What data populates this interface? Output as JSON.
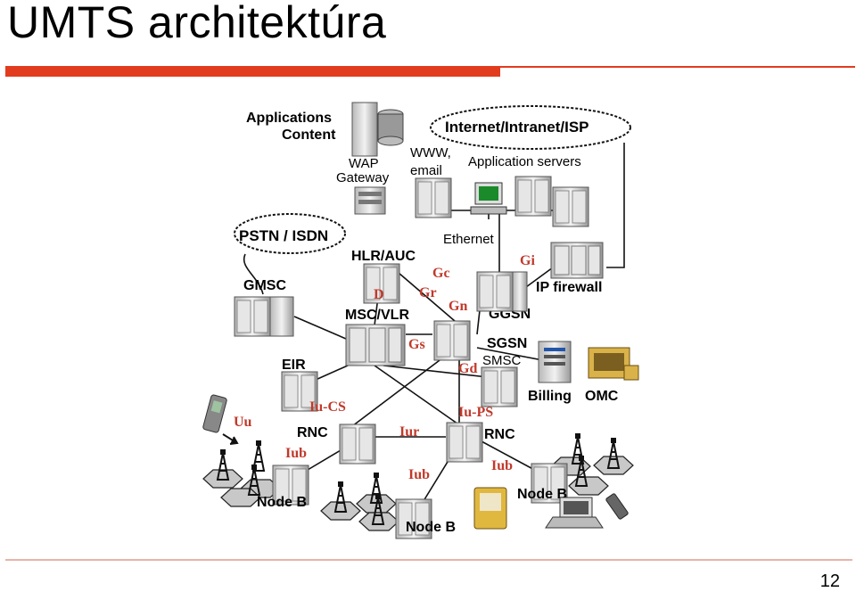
{
  "slide": {
    "title": "UMTS architektúra",
    "page_number": "12"
  },
  "colors": {
    "accent": "#e23c1e",
    "interface_label": "#c0392b"
  },
  "nodes": {
    "applications": "Applications",
    "content": "Content",
    "internet": "Internet/Intranet/ISP",
    "wap": "WAP",
    "gateway": "Gateway",
    "www": "WWW,",
    "email": "email",
    "app_servers": "Application servers",
    "pstn": "PSTN / ISDN",
    "ethernet": "Ethernet",
    "hlr": "HLR/AUC",
    "gmsc": "GMSC",
    "ip_firewall": "IP firewall",
    "msc_vlr": "MSC/VLR",
    "ggsn": "GGSN",
    "sgsn": "SGSN",
    "smsc": "SMSC",
    "eir": "EIR",
    "billing": "Billing",
    "omc": "OMC",
    "rnc_left": "RNC",
    "rnc_right": "RNC",
    "node_b_left": "Node B",
    "node_b_center": "Node B",
    "node_b_right": "Node B"
  },
  "interfaces": {
    "gc": "Gc",
    "gi": "Gi",
    "d": "D",
    "gr": "Gr",
    "gn": "Gn",
    "gs": "Gs",
    "gd": "Gd",
    "iu_cs": "Iu-CS",
    "iu_ps": "Iu-PS",
    "uu": "Uu",
    "iur": "Iur",
    "iub_left": "Iub",
    "iub_center": "Iub",
    "iub_right": "Iub"
  }
}
